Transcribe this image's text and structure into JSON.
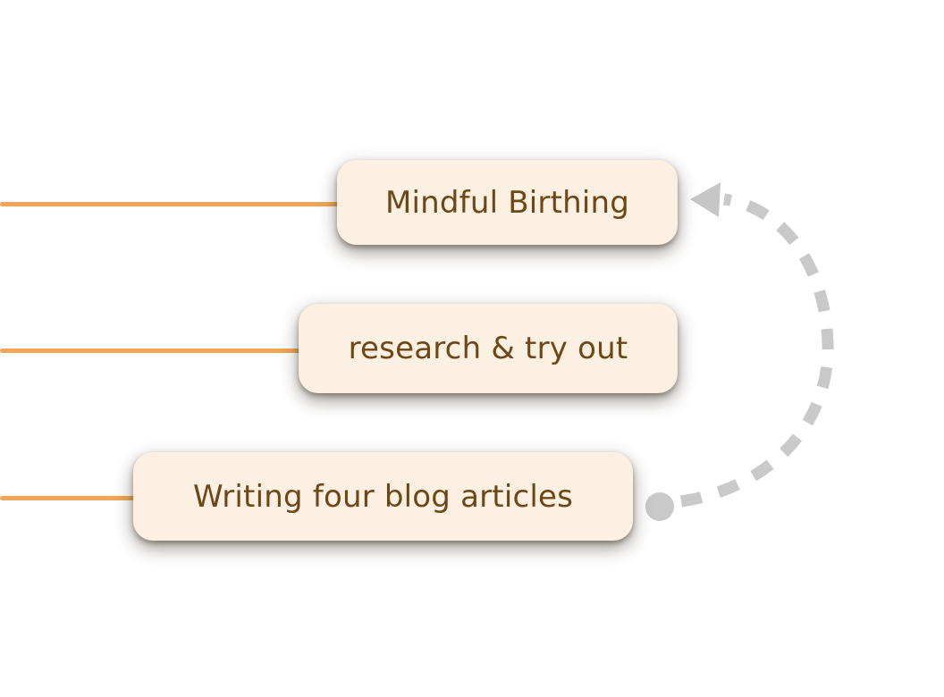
{
  "diagram": {
    "type": "mindmap-fragment",
    "nodes": [
      {
        "id": "mindful-birthing",
        "label": "Mindful Birthing"
      },
      {
        "id": "research-try-out",
        "label": "research & try out"
      },
      {
        "id": "writing-four-blog-articles",
        "label": "Writing four blog articles"
      }
    ],
    "branches": [
      {
        "to": "Mindful Birthing",
        "style": "solid-orange-line-from-left-edge"
      },
      {
        "to": "research & try out",
        "style": "solid-orange-line-from-left-edge"
      },
      {
        "to": "Writing four blog articles",
        "style": "solid-orange-line-from-left-edge"
      }
    ],
    "relationship": {
      "from": "Writing four blog articles",
      "to": "Mindful Birthing",
      "style": "dashed-curved-arrow",
      "start_marker": "dot",
      "end_marker": "arrowhead-left"
    },
    "colors": {
      "background": "#ffffff",
      "node_fill": "#fbf0e1",
      "node_text": "#6f4616",
      "branch_line": "#f0a558",
      "relationship_gray": "#c9c9c9"
    }
  }
}
